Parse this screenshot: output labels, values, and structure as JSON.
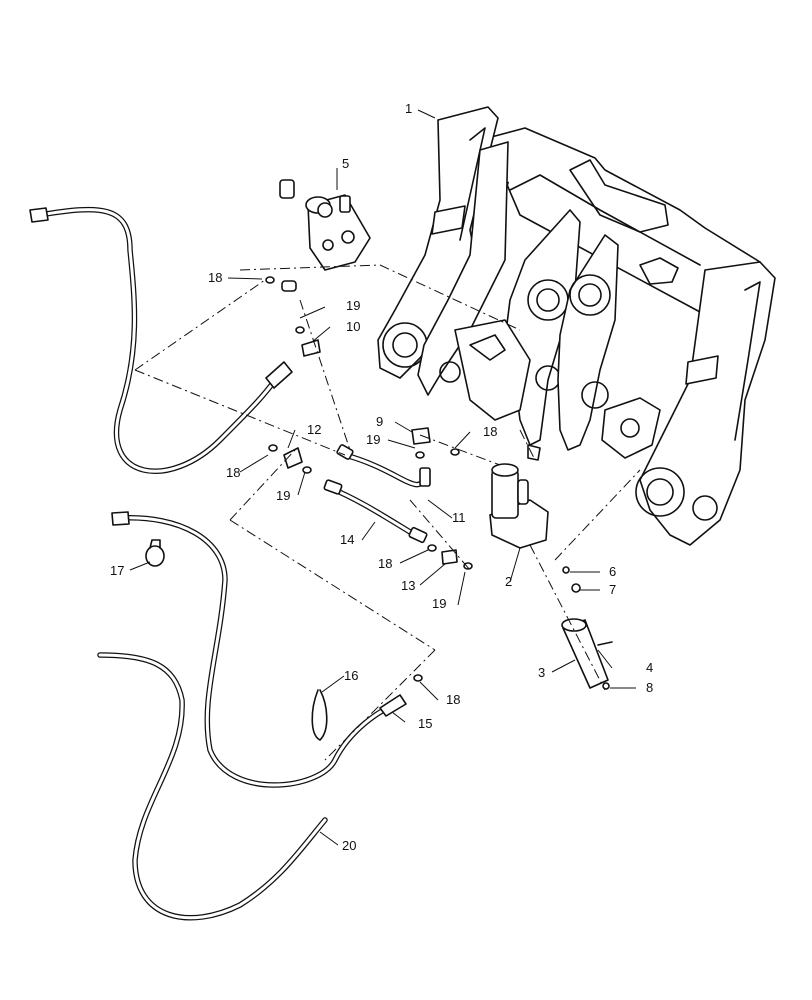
{
  "diagram": {
    "callouts": [
      {
        "id": "1",
        "text": "1"
      },
      {
        "id": "2",
        "text": "2"
      },
      {
        "id": "3",
        "text": "3"
      },
      {
        "id": "4",
        "text": "4"
      },
      {
        "id": "5",
        "text": "5"
      },
      {
        "id": "6",
        "text": "6"
      },
      {
        "id": "7",
        "text": "7"
      },
      {
        "id": "8",
        "text": "8"
      },
      {
        "id": "9",
        "text": "9"
      },
      {
        "id": "10",
        "text": "10"
      },
      {
        "id": "11",
        "text": "11"
      },
      {
        "id": "12",
        "text": "12"
      },
      {
        "id": "13",
        "text": "13"
      },
      {
        "id": "14",
        "text": "14"
      },
      {
        "id": "15",
        "text": "15"
      },
      {
        "id": "16",
        "text": "16"
      },
      {
        "id": "17",
        "text": "17"
      },
      {
        "id": "18a",
        "text": "18"
      },
      {
        "id": "18b",
        "text": "18"
      },
      {
        "id": "18c",
        "text": "18"
      },
      {
        "id": "18d",
        "text": "18"
      },
      {
        "id": "18e",
        "text": "18"
      },
      {
        "id": "19a",
        "text": "19"
      },
      {
        "id": "19b",
        "text": "19"
      },
      {
        "id": "19c",
        "text": "19"
      },
      {
        "id": "19d",
        "text": "19"
      },
      {
        "id": "20",
        "text": "20"
      }
    ]
  }
}
